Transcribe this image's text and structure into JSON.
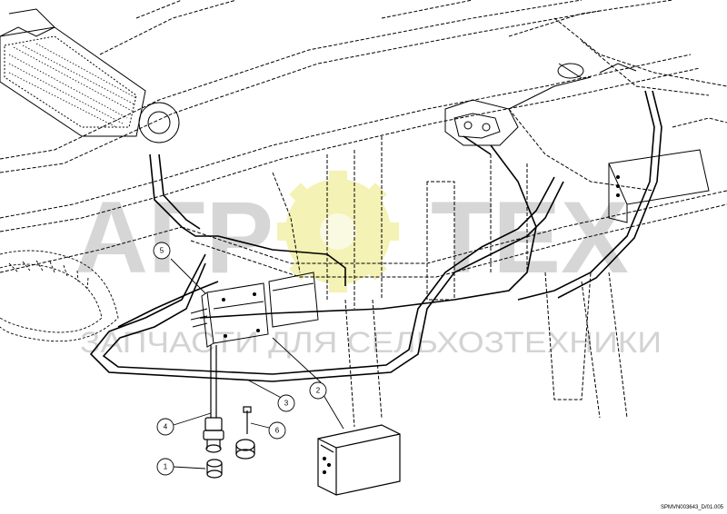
{
  "watermark": {
    "brand_left": "АГР",
    "brand_right": "ТЕХ",
    "tagline": "ЗАПЧАСТИ ДЛЯ СЕЛЬХОЗТЕХНИКИ",
    "gear_color": "#f3f0a8",
    "text_color": "#c9c9c9"
  },
  "callouts": [
    {
      "id": "1",
      "label": "1"
    },
    {
      "id": "2",
      "label": "2"
    },
    {
      "id": "3",
      "label": "3"
    },
    {
      "id": "4",
      "label": "4"
    },
    {
      "id": "5",
      "label": "5"
    },
    {
      "id": "6",
      "label": "6"
    }
  ],
  "reference_code": "SPMVN003643_D/01.005"
}
